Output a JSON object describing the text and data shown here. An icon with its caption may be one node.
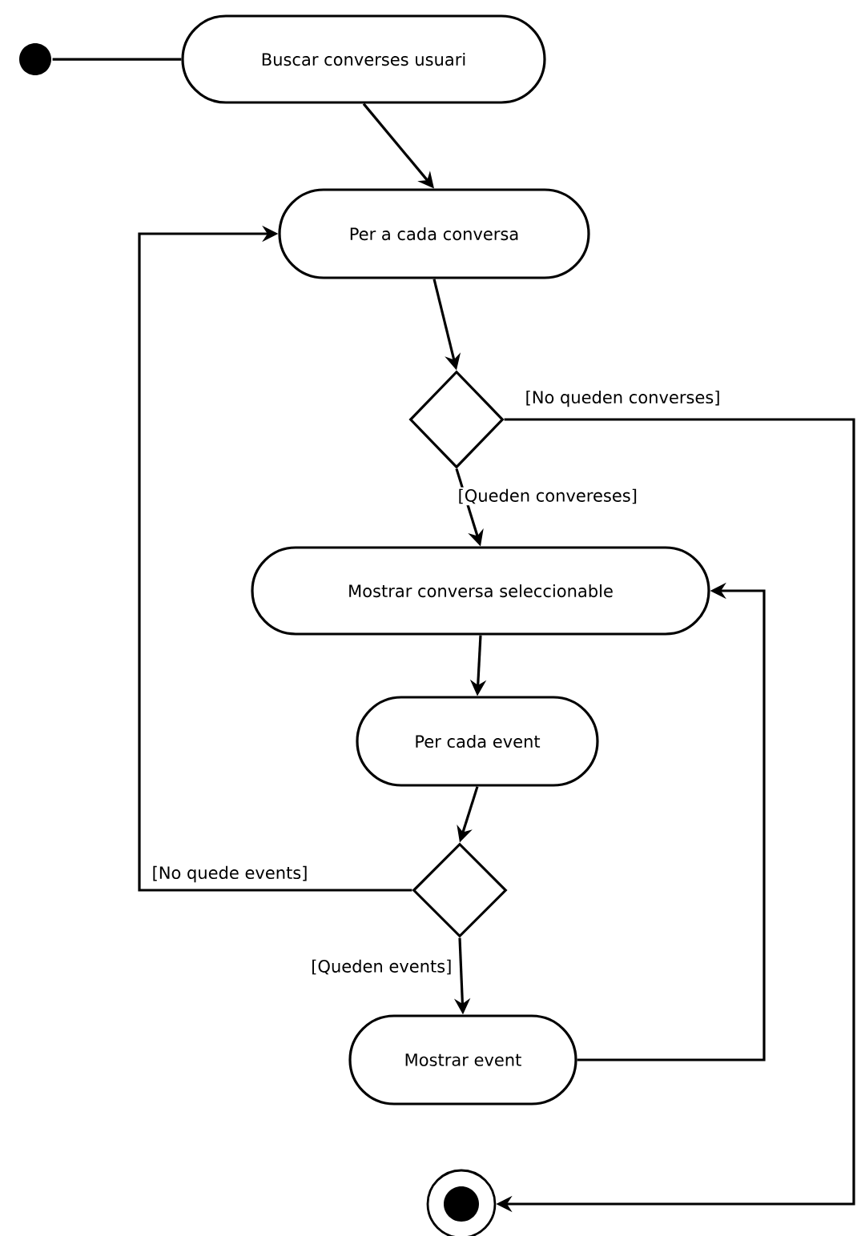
{
  "diagram": {
    "nodes": [
      {
        "text": [],
        "shape": "circle"
      },
      {
        "text": [
          "Buscar converses usuari"
        ]
      },
      {
        "text": [
          "Per a cada conversa"
        ]
      },
      {
        "text": [],
        "shape": "diamond"
      },
      {
        "text": [
          "Mostrar conversa seleccionable"
        ]
      },
      {
        "text": [
          "Per cada event"
        ]
      },
      {
        "text": [],
        "shape": "diamond"
      },
      {
        "text": [
          "Mostrar event"
        ]
      },
      {
        "text": [],
        "shape": "circle"
      }
    ],
    "edges": [
      {
        "from": 0,
        "to": 1,
        "arrow": "none"
      },
      {
        "from": 1,
        "to": 2,
        "arrow": "to"
      },
      {
        "from": 2,
        "to": 3,
        "arrow": "to"
      },
      {
        "from": 3,
        "to": 8,
        "arrow": "to",
        "label": "[No queden converses]"
      },
      {
        "from": 3,
        "to": 4,
        "arrow": "to",
        "label": "[Queden convereses]"
      },
      {
        "from": 4,
        "to": 5,
        "arrow": "to"
      },
      {
        "from": 5,
        "to": 6,
        "arrow": "to"
      },
      {
        "from": 6,
        "to": 2,
        "arrow": "to",
        "label": "[No quede events]"
      },
      {
        "from": 6,
        "to": 7,
        "arrow": "to",
        "label": "[Queden events]"
      },
      {
        "from": 7,
        "to": 4,
        "arrow": "to"
      }
    ]
  }
}
